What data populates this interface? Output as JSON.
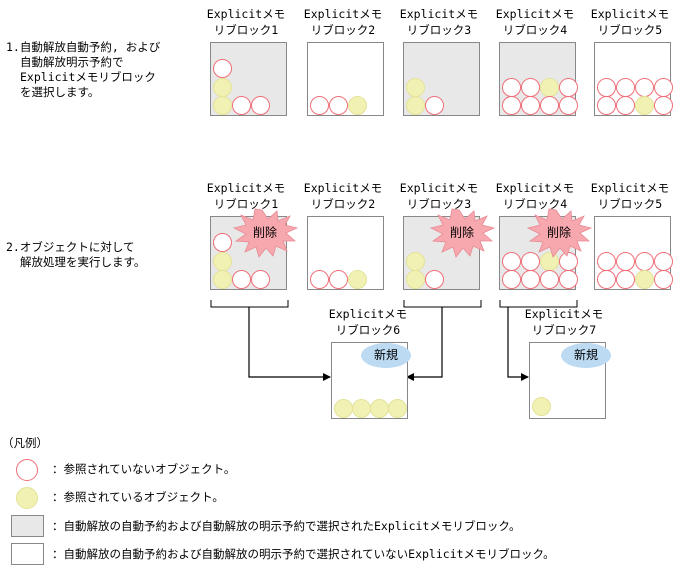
{
  "steps": [
    {
      "number": "1.",
      "lines": [
        "自動解放自動予約, および",
        "自動解放明示予約で",
        "Explicitメモリブロック",
        "を選択します。"
      ]
    },
    {
      "number": "2.",
      "lines": [
        "オブジェクトに対して",
        "解放処理を実行します。"
      ]
    }
  ],
  "block_labels": {
    "b1": [
      "Explicitメモ",
      "リブロック1"
    ],
    "b2": [
      "Explicitメモ",
      "リブロック2"
    ],
    "b3": [
      "Explicitメモ",
      "リブロック3"
    ],
    "b4": [
      "Explicitメモ",
      "リブロック4"
    ],
    "b5": [
      "Explicitメモ",
      "リブロック5"
    ],
    "b6": [
      "Explicitメモ",
      "リブロック6"
    ],
    "b7": [
      "Explicitメモ",
      "リブロック7"
    ]
  },
  "delete_label": "削除",
  "new_label": "新規",
  "legend": {
    "title": "（凡例）",
    "items": [
      {
        "symbol": "red-circle",
        "text": "：参照されていないオブジェクト。"
      },
      {
        "symbol": "yellow-circle",
        "text": "：参照されているオブジェクト。"
      },
      {
        "symbol": "gray-box",
        "text": "：自動解放の自動予約および自動解放の明示予約で選択されたExplicitメモリブロック。"
      },
      {
        "symbol": "white-box",
        "text": "：自動解放の自動予約および自動解放の明示予約で選択されていないExplicitメモリブロック。"
      }
    ]
  },
  "colors": {
    "unreferenced_outline": "#f06e78",
    "referenced_fill": "#f1f1b3",
    "selected_block": "#e8e8e8",
    "delete_burst": "#f7a7ae",
    "new_bubble": "#bcdaf2"
  }
}
